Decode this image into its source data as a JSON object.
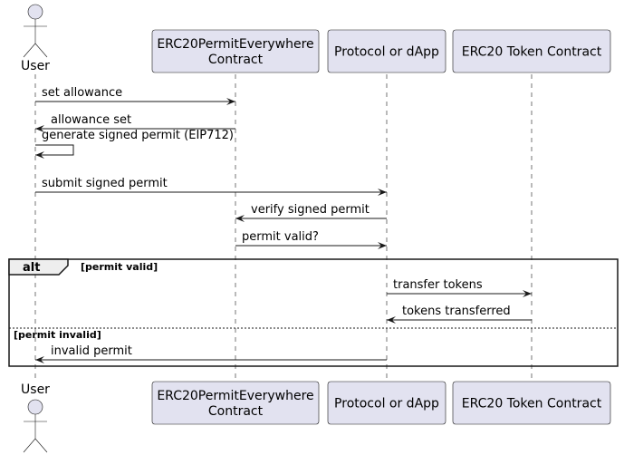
{
  "participants": [
    {
      "id": "user",
      "kind": "actor",
      "label": "User"
    },
    {
      "id": "contract",
      "kind": "box",
      "label_lines": [
        "ERC20PermitEverywhere",
        "Contract"
      ]
    },
    {
      "id": "dapp",
      "kind": "box",
      "label_lines": [
        "Protocol or dApp"
      ]
    },
    {
      "id": "token",
      "kind": "box",
      "label_lines": [
        "ERC20 Token Contract"
      ]
    }
  ],
  "messages": [
    {
      "from": "user",
      "to": "contract",
      "label": "set allowance"
    },
    {
      "from": "contract",
      "to": "user",
      "label": "allowance set"
    },
    {
      "from": "user",
      "to": "user",
      "label": "generate signed permit (EIP712)"
    },
    {
      "from": "user",
      "to": "dapp",
      "label": "submit signed permit"
    },
    {
      "from": "dapp",
      "to": "contract",
      "label": "verify signed permit"
    },
    {
      "from": "contract",
      "to": "dapp",
      "label": "permit valid?"
    },
    {
      "from": "dapp",
      "to": "token",
      "label": "transfer tokens"
    },
    {
      "from": "token",
      "to": "dapp",
      "label": "tokens transferred"
    },
    {
      "from": "dapp",
      "to": "user",
      "label": "invalid permit"
    }
  ],
  "fragment": {
    "operator": "alt",
    "conditions": [
      "[permit valid]",
      "[permit invalid]"
    ]
  },
  "colors": {
    "participant_fill": "#e2e2f0",
    "participant_stroke": "#181818",
    "lifeline": "#181818",
    "line": "#181818"
  }
}
